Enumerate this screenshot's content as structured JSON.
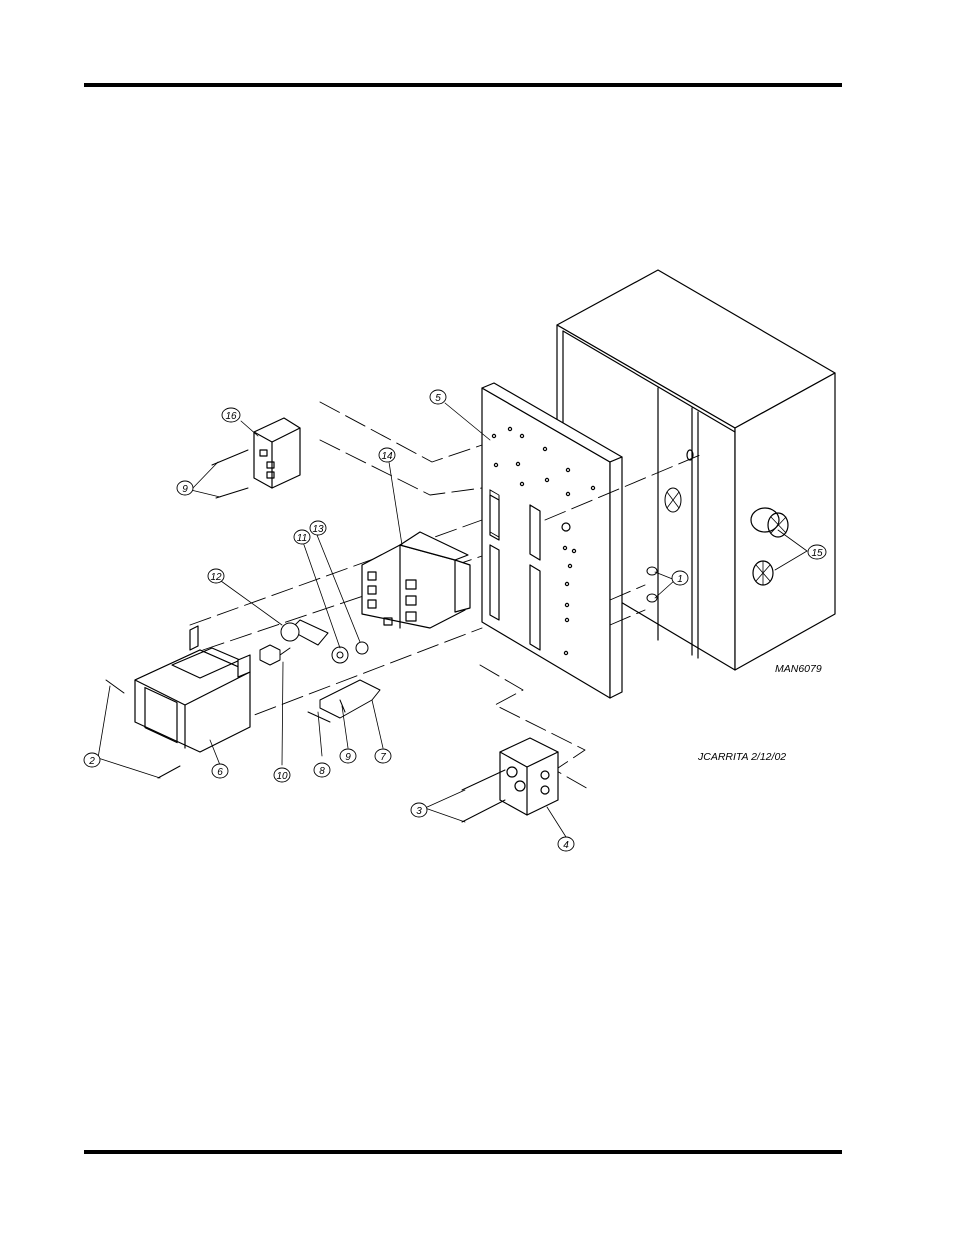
{
  "drawing": {
    "number": "MAN6079",
    "author_stamp": "JCARRITA 2/12/02"
  },
  "callouts": [
    "1",
    "2",
    "3",
    "4",
    "5",
    "6",
    "7",
    "8",
    "9",
    "9",
    "10",
    "11",
    "12",
    "13",
    "14",
    "15",
    "16"
  ]
}
